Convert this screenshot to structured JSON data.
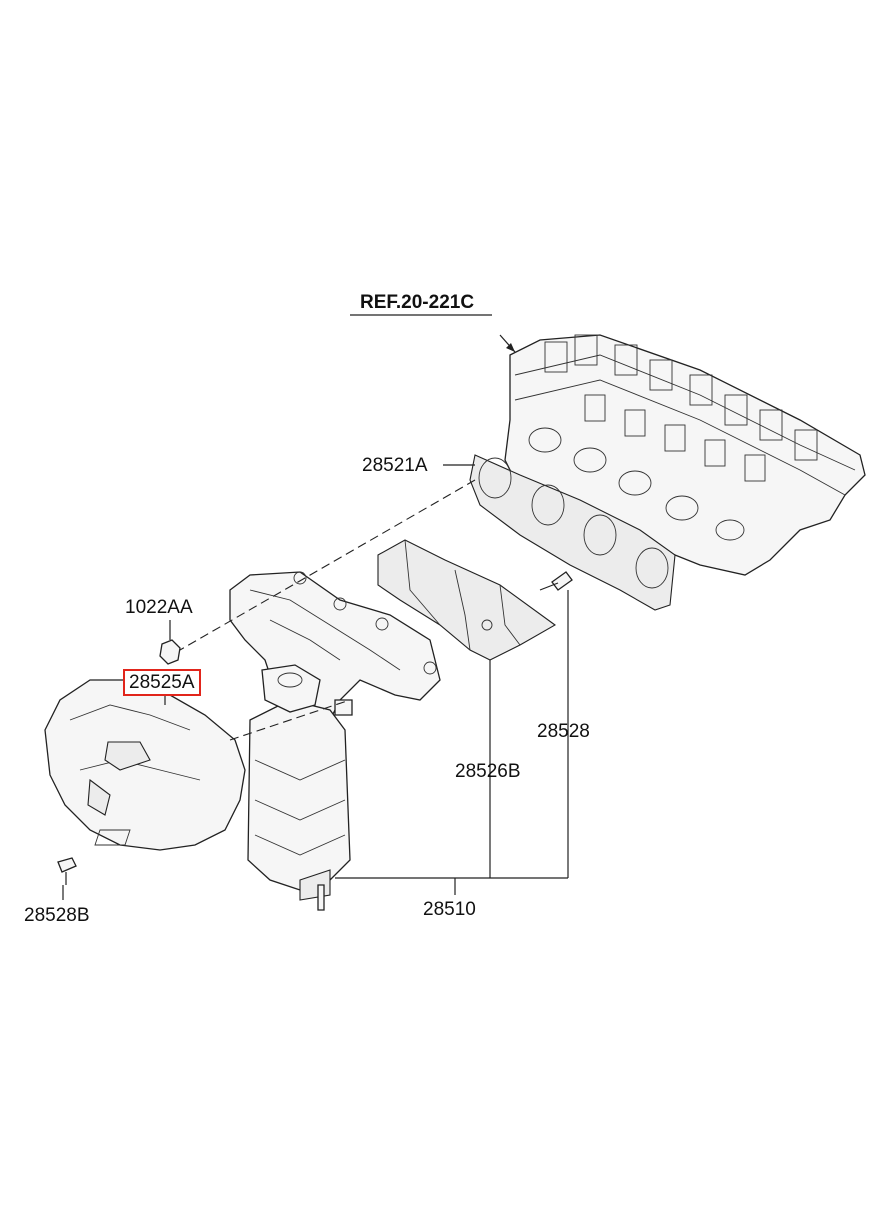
{
  "labels": {
    "ref": "REF.20-221C",
    "gasket": "28521A",
    "nut": "1022AA",
    "heat_protector": "28525A",
    "heat_protector_lower": "28526B",
    "bolt": "28528",
    "bolt_lower": "28528B",
    "manifold_assembly": "28510"
  },
  "colors": {
    "highlight": "#e1251b",
    "line": "#222222"
  }
}
